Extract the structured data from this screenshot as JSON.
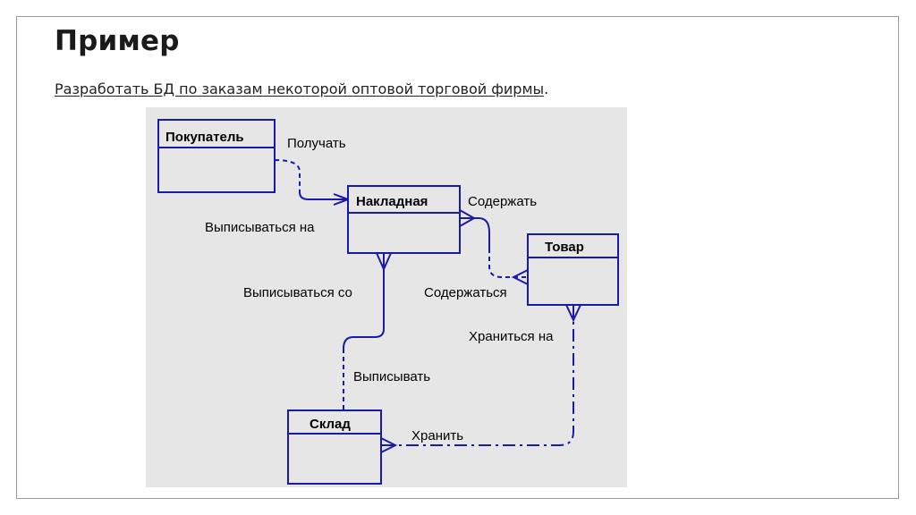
{
  "slide": {
    "title": "Пример",
    "subtitle": "Разработать БД по заказам некоторой оптовой торговой фирмы",
    "subtitle_period": "."
  },
  "diagram": {
    "background": "#e6e6e6",
    "line_color": "#1a1aa8",
    "entities": {
      "customer": "Покупатель",
      "invoice": "Накладная",
      "product": "Товар",
      "warehouse": "Склад"
    },
    "relations": {
      "customer_receive": "Получать",
      "invoice_issued_to": "Выписываться на",
      "invoice_contain": "Содержать",
      "product_contained": "Содержаться",
      "invoice_issued_from": "Выписываться со",
      "warehouse_issue": "Выписывать",
      "product_stored_at": "Храниться на",
      "warehouse_store": "Хранить"
    }
  }
}
